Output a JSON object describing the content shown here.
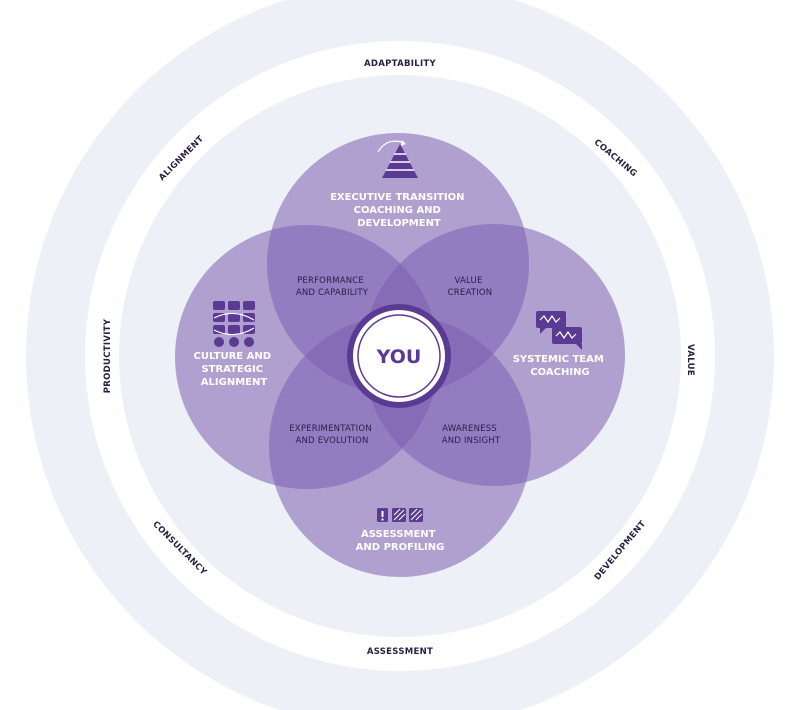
{
  "ring_labels": {
    "adaptability": "ADAPTABILITY",
    "coaching": "COACHING",
    "value": "VALUE",
    "development": "DEVELOPMENT",
    "assessment": "ASSESSMENT",
    "consultancy": "CONSULTANCY",
    "productivity": "PRODUCTIVITY",
    "alignment": "ALIGNMENT"
  },
  "circles": {
    "top": {
      "lines": [
        "EXECUTIVE TRANSITION",
        "COACHING AND",
        "DEVELOPMENT"
      ],
      "icon": "pyramid-icon"
    },
    "left": {
      "lines": [
        "CULTURE AND",
        "STRATEGIC",
        "ALIGNMENT"
      ],
      "icon": "puzzle-grid-icon"
    },
    "right": {
      "lines": [
        "SYSTEMIC TEAM",
        "COACHING"
      ],
      "icon": "chat-bubbles-icon"
    },
    "bottom": {
      "lines": [
        "ASSESSMENT",
        "AND PROFILING"
      ],
      "icon": "profile-cards-icon"
    }
  },
  "overlaps": {
    "top_left": [
      "PERFORMANCE",
      "AND CAPABILITY"
    ],
    "top_right": [
      "VALUE",
      "CREATION"
    ],
    "bottom_left": [
      "EXPERIMENTATION",
      "AND EVOLUTION"
    ],
    "bottom_right": [
      "AWARENESS",
      "AND INSIGHT"
    ]
  },
  "center": {
    "label": "YOU"
  },
  "colors": {
    "outer_ring": "#eef0f7",
    "circle_fill": "#7c5fb0",
    "center_fill": "#5b3a93",
    "label_dark": "#2b1f3f"
  }
}
